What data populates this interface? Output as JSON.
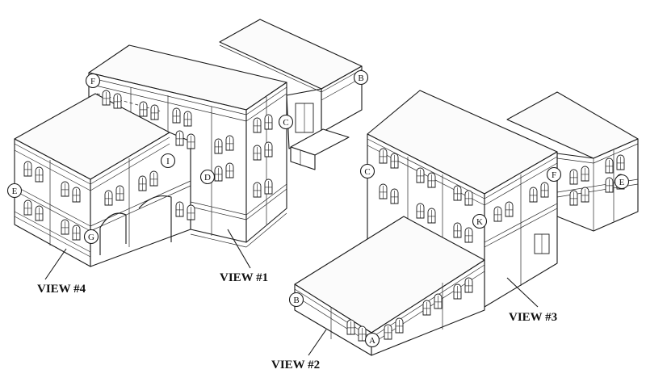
{
  "view_labels": [
    {
      "id": "view4",
      "text": "VIEW #4"
    },
    {
      "id": "view1",
      "text": "VIEW #1"
    },
    {
      "id": "view3",
      "text": "VIEW #3"
    },
    {
      "id": "view2",
      "text": "VIEW #2"
    }
  ],
  "callouts": [
    {
      "id": "F1",
      "text": "F"
    },
    {
      "id": "B1",
      "text": "B"
    },
    {
      "id": "C1",
      "text": "C"
    },
    {
      "id": "I1",
      "text": "I"
    },
    {
      "id": "D1",
      "text": "D"
    },
    {
      "id": "E1",
      "text": "E"
    },
    {
      "id": "G1",
      "text": "G"
    },
    {
      "id": "C2",
      "text": "C"
    },
    {
      "id": "F2",
      "text": "F"
    },
    {
      "id": "E2",
      "text": "E"
    },
    {
      "id": "K2",
      "text": "K"
    },
    {
      "id": "B2",
      "text": "B"
    },
    {
      "id": "A2",
      "text": "A"
    }
  ]
}
